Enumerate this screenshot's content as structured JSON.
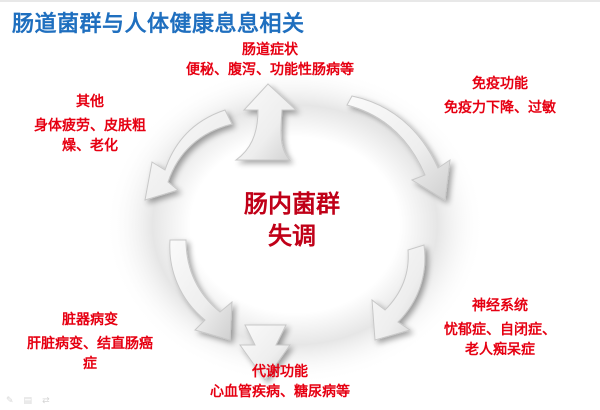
{
  "title": "肠道菌群与人体健康息息相关",
  "center": {
    "line1": "肠内菌群",
    "line2": "失调"
  },
  "categories": [
    {
      "id": "intestinal",
      "head": "肠道症状",
      "desc": "便秘、腹泻、功能性肠病等"
    },
    {
      "id": "immune",
      "head": "免疫功能",
      "desc": "免疫力下降、过敏"
    },
    {
      "id": "nervous",
      "head": "神经系统",
      "desc_line1": "忧郁症、自闭症、",
      "desc_line2": "老人痴呆症"
    },
    {
      "id": "metabolic",
      "head": "代谢功能",
      "desc": "心血管疾病、糖尿病等"
    },
    {
      "id": "organ",
      "head": "脏器病变",
      "desc_line1": "肝脏病变、结直肠癌",
      "desc_line2": "症"
    },
    {
      "id": "other",
      "head": "其他",
      "desc_line1": "身体疲劳、皮肤粗",
      "desc_line2": "燥、老化"
    }
  ],
  "colors": {
    "title": "#1f6fbf",
    "label": "#e60012",
    "center": "#c00018",
    "arrow_light": "#f4f4f4",
    "arrow_shade": "#bdbdbd"
  },
  "toolbar": {
    "pen_icon": "✎",
    "slides_icon": "▤",
    "nav_icon": "⇄"
  }
}
